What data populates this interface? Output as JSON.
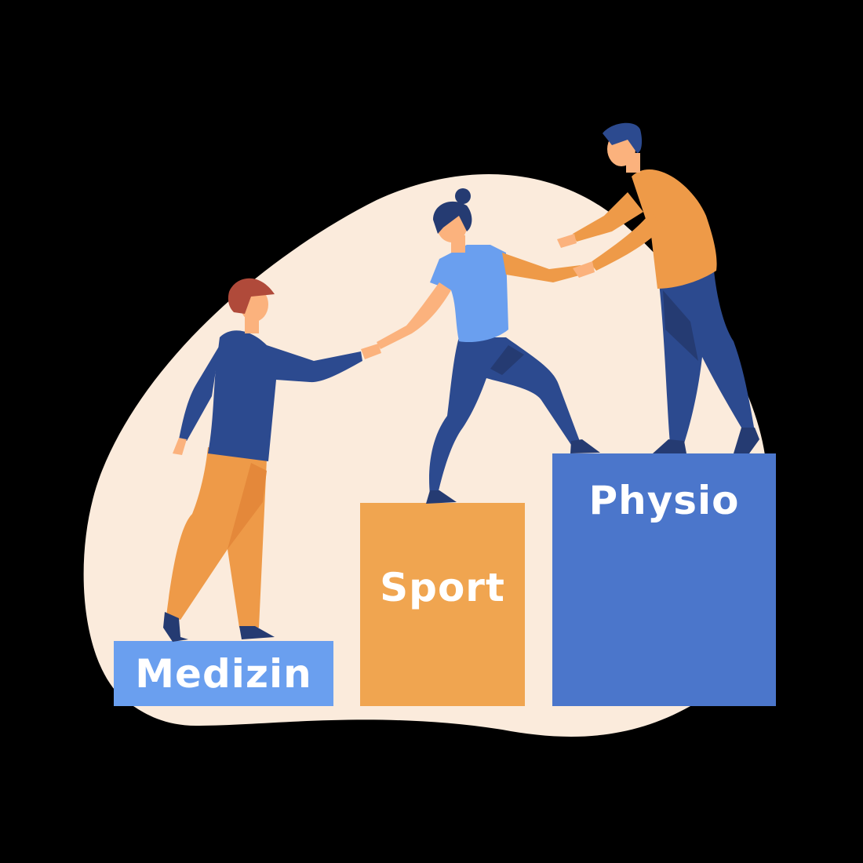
{
  "illustration": {
    "boxes": [
      {
        "label": "Medizin",
        "color": "#6A9FEF"
      },
      {
        "label": "Sport",
        "color": "#F0A550"
      },
      {
        "label": "Physio",
        "color": "#4B76CB"
      }
    ],
    "colors": {
      "background": "#000000",
      "blob": "#FBEBDC",
      "navy": "#2C4A8F",
      "dark_navy": "#253B72",
      "orange": "#EE9A48",
      "skin": "#FBB27D",
      "hair_red": "#B04A3A"
    }
  }
}
